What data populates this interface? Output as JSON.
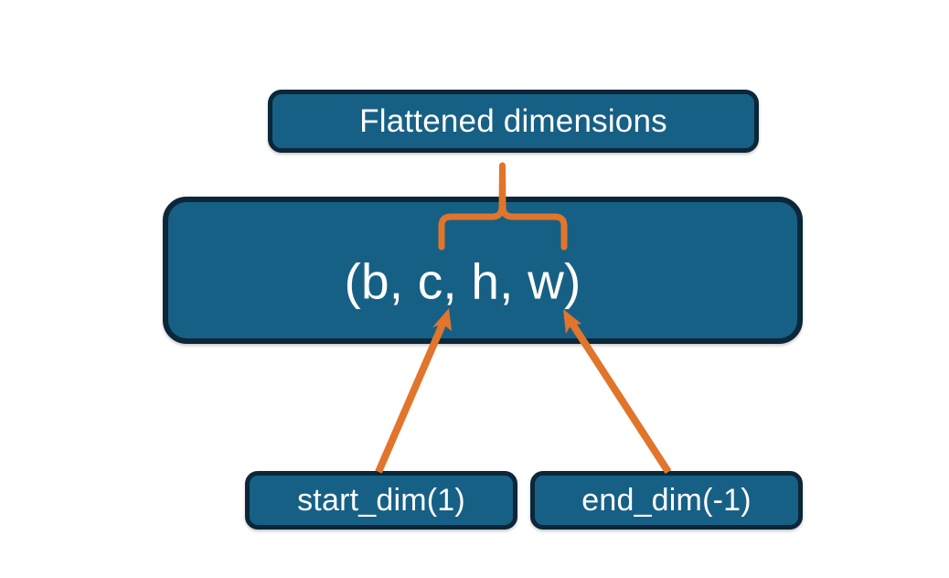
{
  "diagram": {
    "title_node": {
      "label": "Flattened dimensions"
    },
    "shape_node": {
      "label": "(b, c, h, w)",
      "dims": [
        "b",
        "c",
        "h",
        "w"
      ]
    },
    "start_node": {
      "label": "start_dim(1)"
    },
    "end_node": {
      "label": "end_dim(-1)"
    },
    "annotations": {
      "brace_label": "curly-brace-spanning-c-h-w",
      "start_arrow_label": "arrow-start-dim-to-c",
      "end_arrow_label": "arrow-end-dim-to-w"
    },
    "colors": {
      "node_fill": "#176085",
      "node_border": "#0b2739",
      "accent_orange": "#E1752C",
      "text": "#ffffff",
      "background": "#ffffff"
    }
  }
}
